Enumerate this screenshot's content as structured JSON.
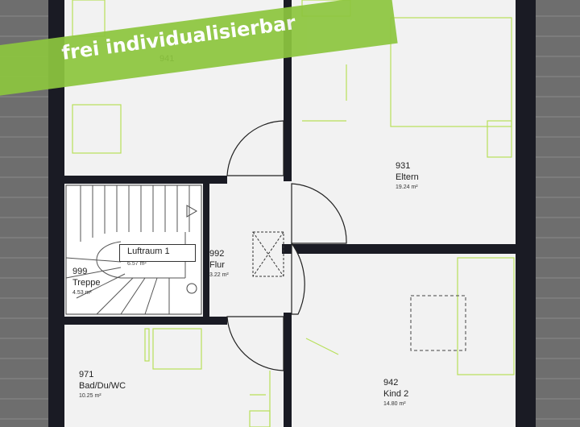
{
  "banner": {
    "text": "frei individualisierbar"
  },
  "rooms": [
    {
      "number": "941",
      "name": "",
      "area": ""
    },
    {
      "number": "931",
      "name": "Eltern",
      "area": "19.24 m²"
    },
    {
      "number": "992",
      "name": "Flur",
      "area": "3.22 m²"
    },
    {
      "number": "999",
      "name": "Treppe",
      "area": "4.53 m²"
    },
    {
      "number": "971",
      "name": "Bad/Du/WC",
      "area": "10.25 m²"
    },
    {
      "number": "942",
      "name": "Kind 2",
      "area": "14.80 m²"
    }
  ],
  "luftraum": {
    "name": "Luftraum 1",
    "area": "6.57 m²"
  },
  "colors": {
    "wall": "#1a1b24",
    "floor": "#f2f2f2",
    "roof": "#6e6e6e",
    "furniture": "#b8e05a",
    "banner": "#8dc63f"
  }
}
